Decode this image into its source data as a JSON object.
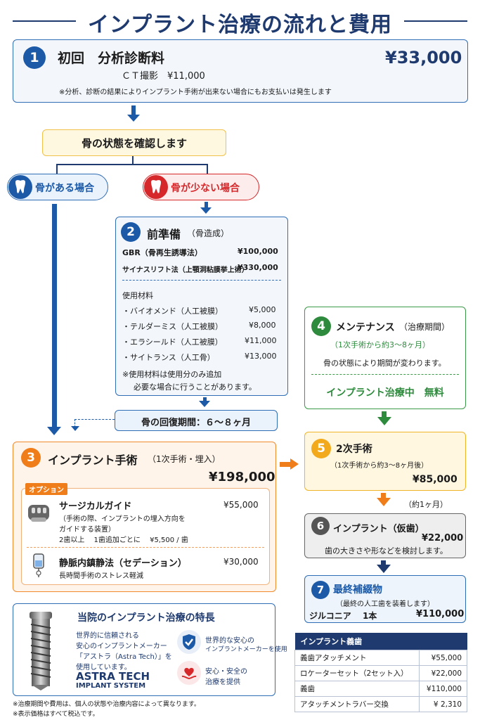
{
  "title": "インプラント治療の流れと費用",
  "step1": {
    "num": "1",
    "label": "初回　分析診断料",
    "price": "¥33,000",
    "ct": "ＣＴ撮影　¥11,000",
    "note": "※分析、診断の結果によりインプラント手術が出来ない場合にもお支払いは発生します"
  },
  "check": {
    "label": "骨の状態を確認します"
  },
  "bone_yes": {
    "label": "骨がある場合"
  },
  "bone_no": {
    "label": "骨が少ない場合"
  },
  "step2": {
    "num": "2",
    "label": "前準備",
    "sub": "（骨造成）",
    "rows": [
      {
        "name": "GBR（骨再生誘導法）",
        "price": "¥100,000"
      },
      {
        "name": "サイナスリフト法（上顎洞粘膜挙上術）",
        "price": "¥330,000"
      }
    ],
    "materials_title": "使用材料",
    "materials": [
      {
        "name": "・バイオメンド（人工被膜）",
        "price": "¥5,000"
      },
      {
        "name": "・テルダーミス（人工被膜）",
        "price": "¥8,000"
      },
      {
        "name": "・エラシールド（人工被膜）",
        "price": "¥11,000"
      },
      {
        "name": "・サイトランス（人工骨）",
        "price": "¥13,000"
      }
    ],
    "note1": "※使用材料は使用分のみ追加",
    "note2": "必要な場合に行うことがあります。"
  },
  "recovery": {
    "label": "骨の回復期間：６〜８ヶ月"
  },
  "step3": {
    "num": "3",
    "label": "インプラント手術",
    "sub": "（1次手術・埋入）",
    "price": "¥198,000",
    "option_badge": "オプション",
    "guide": {
      "name": "サージカルガイド",
      "price": "¥55,000",
      "desc1": "（手術の際、インプラントの埋入方向を",
      "desc2": "ガイドする装置）",
      "desc3": "2歯以上　 1歯追加ごとに　 ¥5,500 / 歯"
    },
    "sedation": {
      "name": "静脈内鎮静法（セデーション）",
      "price": "¥30,000",
      "desc": "長時間手術のストレス軽減"
    }
  },
  "step4": {
    "num": "4",
    "label": "メンテナンス",
    "sub": "（治療期間）",
    "period": "（1次手術から約3〜8ヶ月）",
    "desc": "骨の状態により期間が変わります。",
    "free": "インプラント治療中　無料"
  },
  "step5": {
    "num": "5",
    "label": "2次手術",
    "desc": "（1次手術から約3〜8ヶ月後）",
    "price": "¥85,000"
  },
  "interval": "（約1ヶ月）",
  "step6": {
    "num": "6",
    "label": "インプラント（仮歯）",
    "price": "¥22,000",
    "desc": "歯の大きさや形などを検討します。"
  },
  "step7": {
    "num": "7",
    "label": "最終補綴物",
    "desc": "（最終の人工歯を装着します）",
    "item": "ジルコニア　 1本",
    "price": "¥110,000"
  },
  "features": {
    "title": "当院のインプラント治療の特長",
    "text1": "世界的に信頼される",
    "text2": "安心のインプラントメーカー",
    "text3": "「アストラ（Astra Tech）」を",
    "text4": "使用しています。",
    "brand1": "ASTRA TECH",
    "brand2": "IMPLANT SYSTEM",
    "f1a": "世界的な安心の",
    "f1b": "インプラントメーカーを使用",
    "f2a": "安心・安全の",
    "f2b": "治療を提供"
  },
  "table": {
    "header": "インプラント義歯",
    "rows": [
      {
        "name": "義歯アタッチメント",
        "price": "¥55,000"
      },
      {
        "name": "ロケーターセット（2セット入）",
        "price": "¥22,000"
      },
      {
        "name": "義歯",
        "price": "¥110,000"
      },
      {
        "name": "アタッチメントラバー交換",
        "price": "¥ 2,310"
      }
    ]
  },
  "footnote1": "※治療期間や費用は、個人の状態や治療内容によって異なります。",
  "footnote2": "※表示価格はすべて税込です。",
  "colors": {
    "navy": "#1f3a6e",
    "blue": "#1c5aa8",
    "orange": "#ef7d1a",
    "green": "#2e8b3d",
    "red": "#d6282b"
  }
}
